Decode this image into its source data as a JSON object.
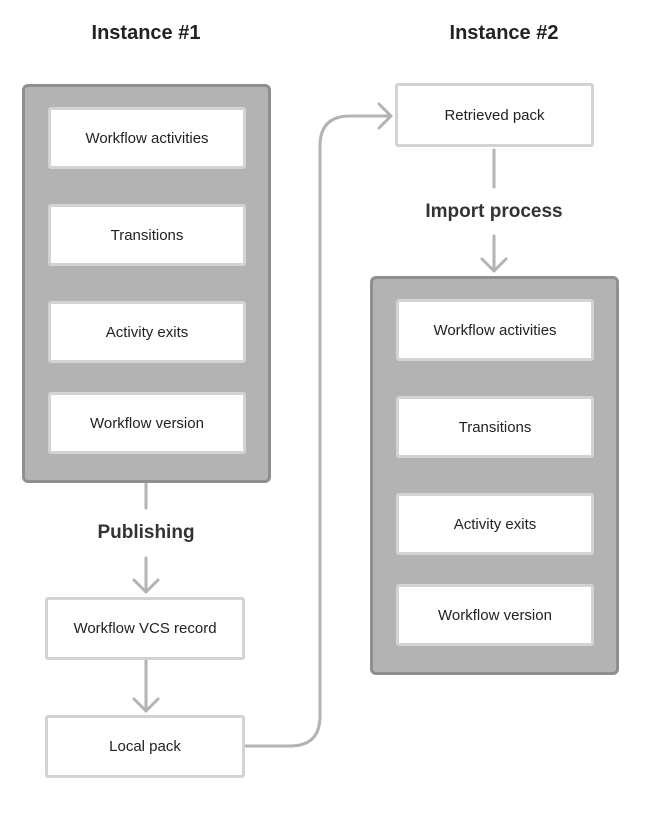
{
  "headings": {
    "instance1": "Instance #1",
    "instance2": "Instance #2"
  },
  "instance1": {
    "group_items": [
      "Workflow activities",
      "Transitions",
      "Activity exits",
      "Workflow version"
    ],
    "process_label": "Publishing",
    "vcs_record": "Workflow VCS record",
    "local_pack": "Local pack"
  },
  "instance2": {
    "retrieved_pack": "Retrieved pack",
    "process_label": "Import process",
    "group_items": [
      "Workflow activities",
      "Transitions",
      "Activity exits",
      "Workflow version"
    ]
  },
  "colors": {
    "group_fill": "#b3b3b3",
    "group_border": "#8f8f8f",
    "box_border": "#d3d3d3",
    "connector": "#b3b3b3"
  }
}
